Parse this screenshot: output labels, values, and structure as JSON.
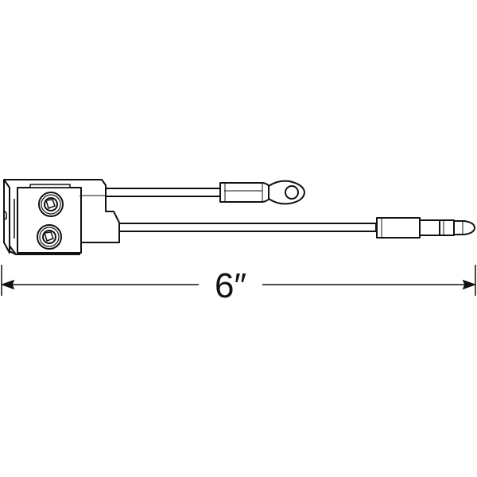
{
  "diagram": {
    "subject": "connector block with ring terminal and bullet plug leads",
    "dimension": {
      "label": "6″",
      "orientation": "horizontal"
    },
    "components": [
      {
        "name": "connector-housing",
        "screws": 2
      },
      {
        "name": "upper-lead",
        "termination": "ring-terminal"
      },
      {
        "name": "lower-lead",
        "termination": "bullet-plug"
      }
    ],
    "colors": {
      "line": "#111111",
      "fill": "#ffffff"
    }
  }
}
